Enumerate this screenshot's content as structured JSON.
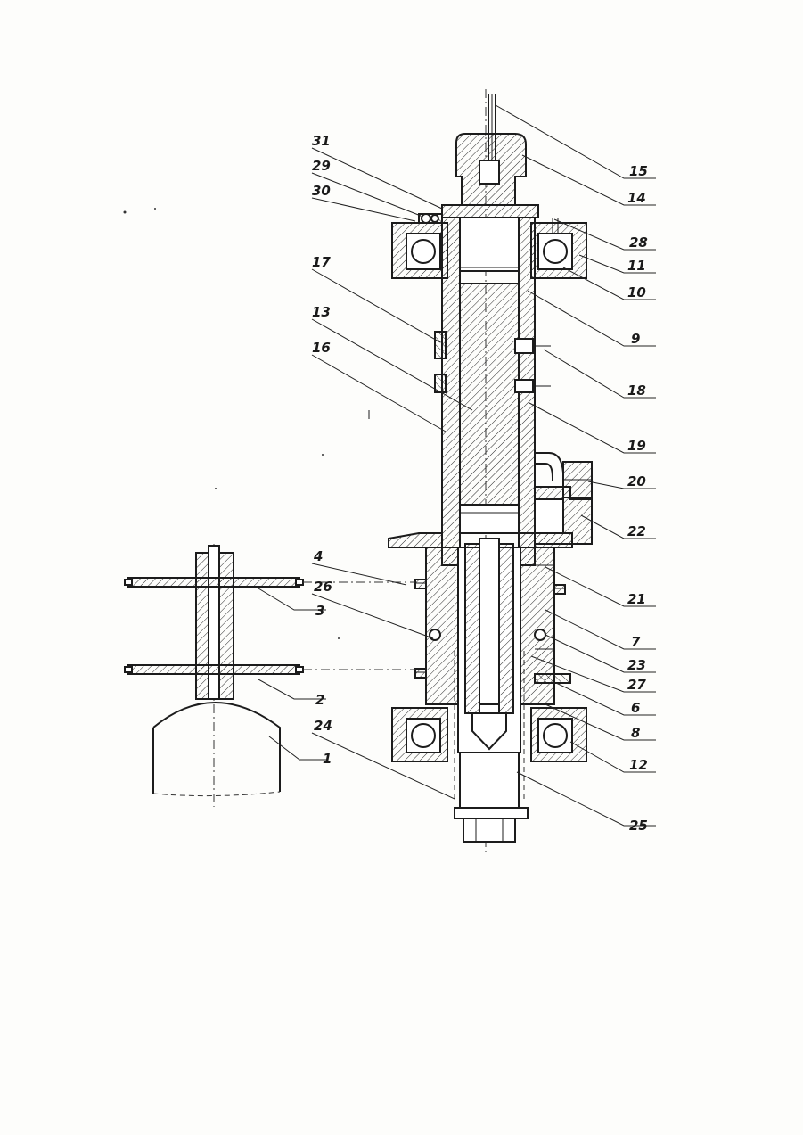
{
  "diagram": {
    "callouts": [
      {
        "id": "c15",
        "text": "15"
      },
      {
        "id": "c14",
        "text": "14"
      },
      {
        "id": "c31",
        "text": "31"
      },
      {
        "id": "c29",
        "text": "29"
      },
      {
        "id": "c30",
        "text": "30"
      },
      {
        "id": "c28",
        "text": "28"
      },
      {
        "id": "c11",
        "text": "11"
      },
      {
        "id": "c10",
        "text": "10"
      },
      {
        "id": "c17",
        "text": "17"
      },
      {
        "id": "c13",
        "text": "13"
      },
      {
        "id": "c16",
        "text": "16"
      },
      {
        "id": "c9",
        "text": "9"
      },
      {
        "id": "c18",
        "text": "18"
      },
      {
        "id": "c19",
        "text": "19"
      },
      {
        "id": "c20",
        "text": "20"
      },
      {
        "id": "c22",
        "text": "22"
      },
      {
        "id": "c4",
        "text": "4"
      },
      {
        "id": "c26",
        "text": "26"
      },
      {
        "id": "c3",
        "text": "3"
      },
      {
        "id": "c21",
        "text": "21"
      },
      {
        "id": "c7",
        "text": "7"
      },
      {
        "id": "c23",
        "text": "23"
      },
      {
        "id": "c27",
        "text": "27"
      },
      {
        "id": "c2",
        "text": "2"
      },
      {
        "id": "c6",
        "text": "6"
      },
      {
        "id": "c8",
        "text": "8"
      },
      {
        "id": "c24",
        "text": "24"
      },
      {
        "id": "c12",
        "text": "12"
      },
      {
        "id": "c1",
        "text": "1"
      },
      {
        "id": "c25",
        "text": "25"
      }
    ]
  }
}
